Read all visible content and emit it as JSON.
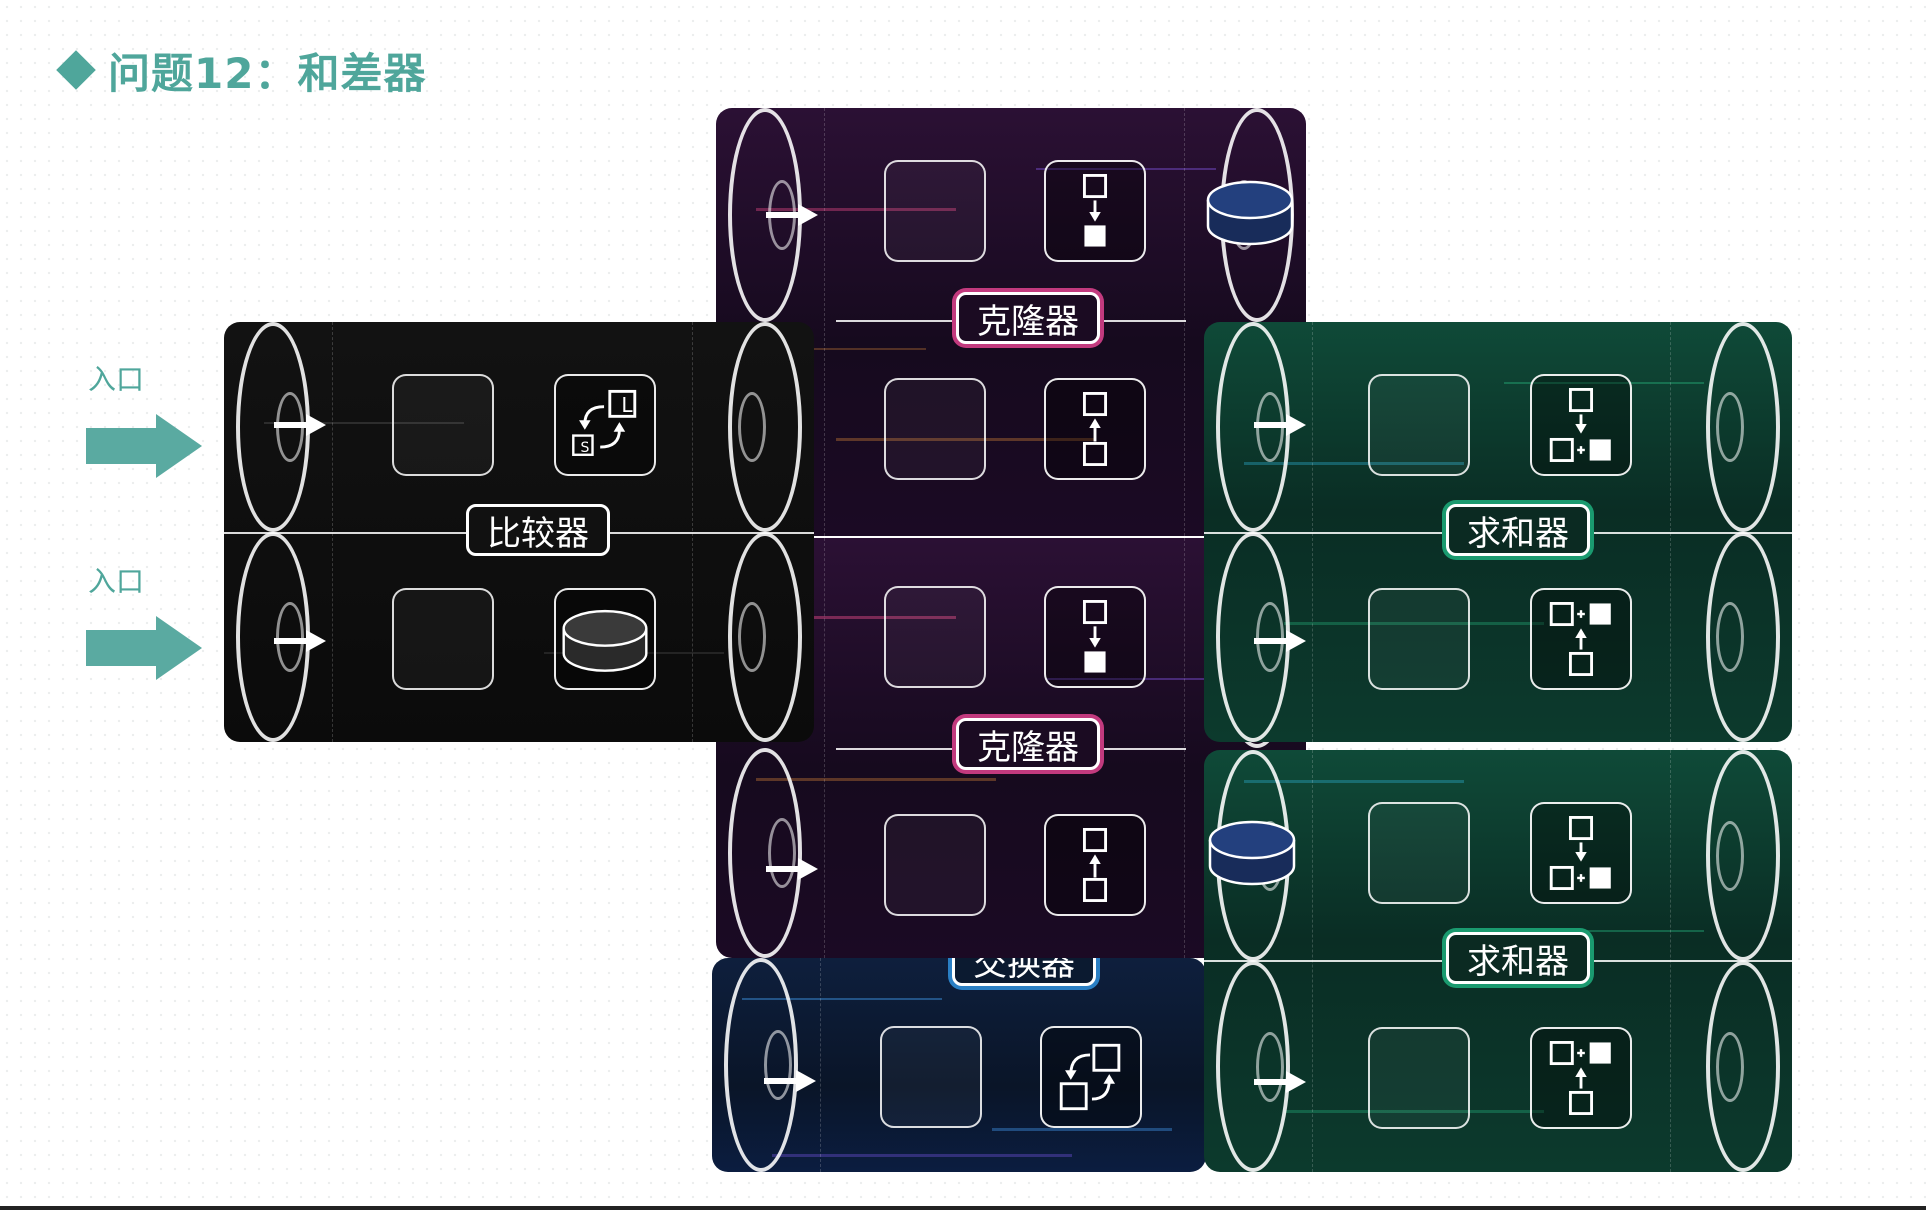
{
  "page": {
    "title": "问题12：和差器"
  },
  "entries": [
    {
      "label": "入口"
    },
    {
      "label": "入口"
    }
  ],
  "modules": {
    "clone_top": {
      "label": "克隆器"
    },
    "comparator": {
      "label": "比较器"
    },
    "clone_bottom": {
      "label": "克隆器"
    },
    "adder_top": {
      "label": "求和器"
    },
    "adder_bottom": {
      "label": "求和器"
    },
    "swapper": {
      "label": "交换器"
    }
  },
  "icons": {
    "comparator_top": {
      "name": "compare-swap-icon",
      "letters": [
        "L",
        "S"
      ]
    },
    "comparator_bot": {
      "name": "token-cylinder-icon"
    },
    "clone_a": {
      "name": "move-down-icon"
    },
    "clone_b": {
      "name": "move-up-icon"
    },
    "clone_c": {
      "name": "move-down-icon"
    },
    "clone_d": {
      "name": "move-up-icon"
    },
    "adder_a": {
      "name": "add-down-icon"
    },
    "adder_b": {
      "name": "add-up-icon"
    },
    "adder_c": {
      "name": "add-down-icon"
    },
    "adder_d": {
      "name": "add-up-icon"
    },
    "swap": {
      "name": "swap-icon"
    }
  },
  "colors": {
    "accent": "#4fa69b",
    "clone": "#c23a7e",
    "adder": "#1a9a6f",
    "swap": "#2a7fc4",
    "token": "#1d3a73"
  }
}
